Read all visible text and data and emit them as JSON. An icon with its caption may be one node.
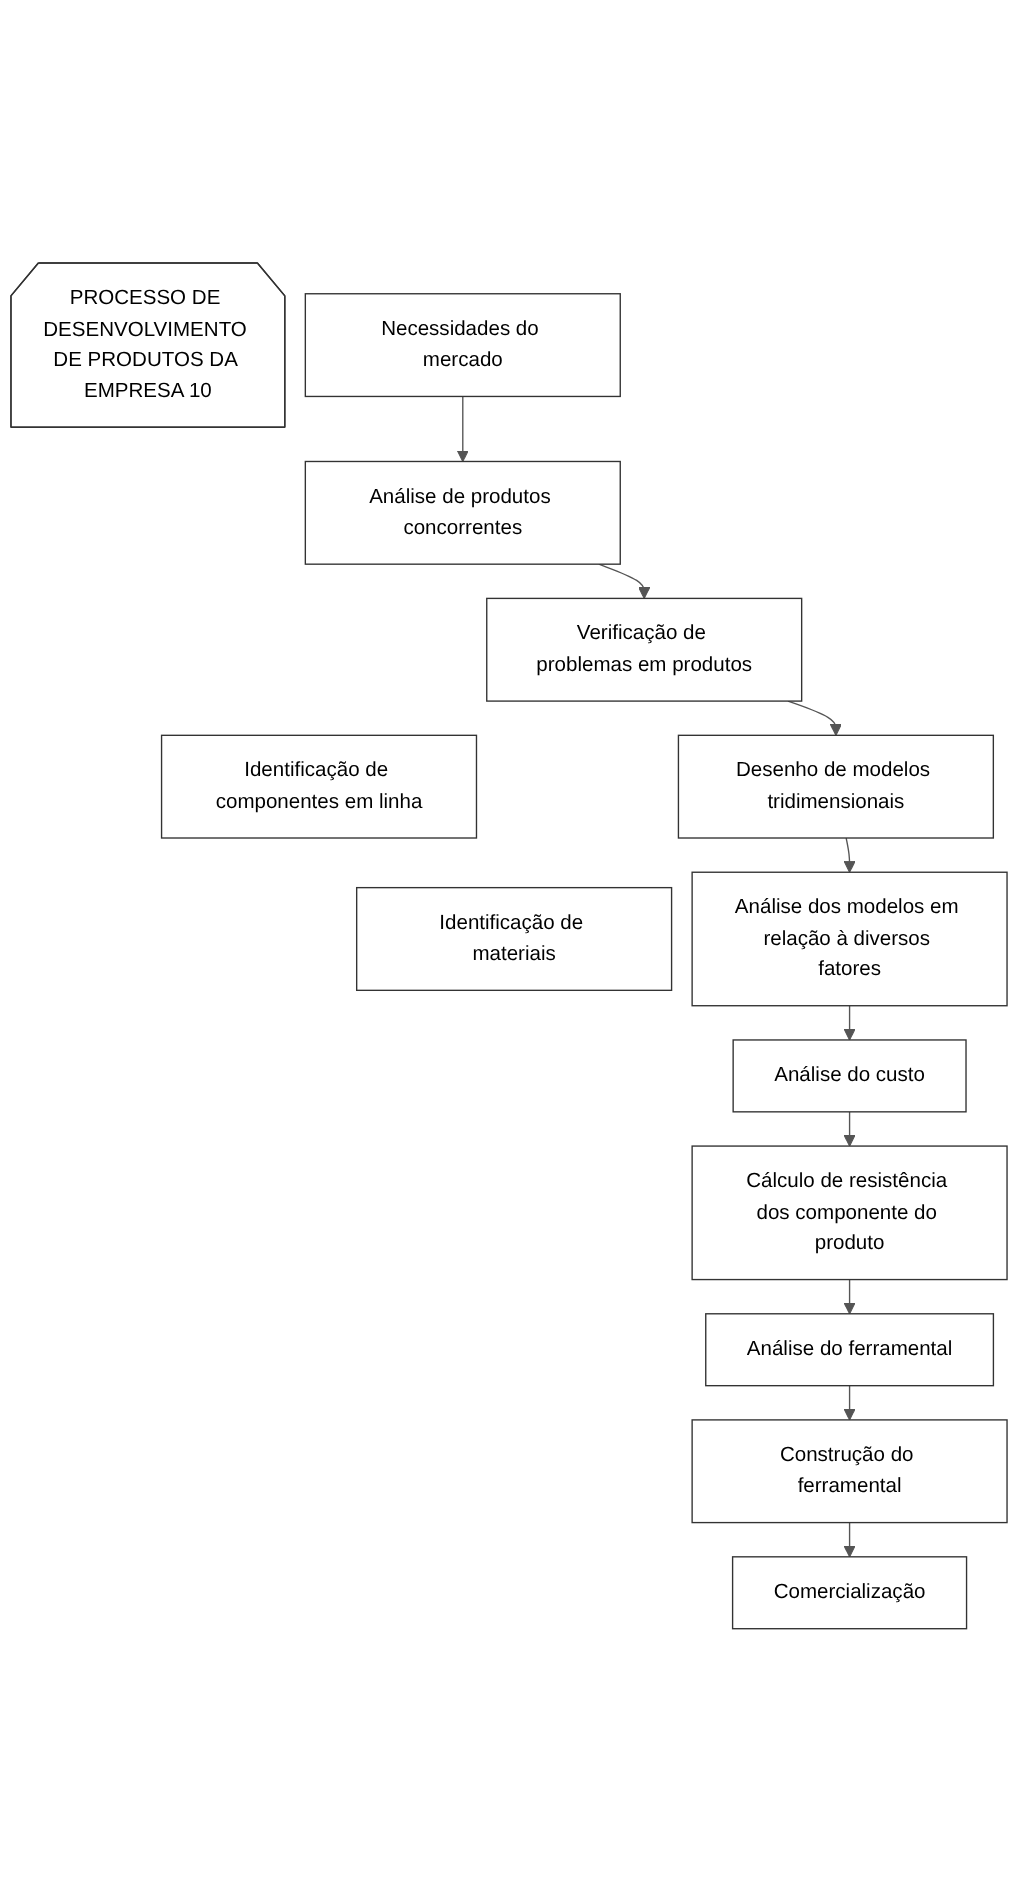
{
  "diagram": {
    "nodes": [
      {
        "text": [
          "PROCESSO DE DESENVOLVIMENTO DE PRODUTOS DA EMPRESA 10"
        ]
      },
      {
        "text": [
          "Necessidades do mercado"
        ]
      },
      {
        "text": [
          "Análise de produtos concorrentes"
        ]
      },
      {
        "text": [
          "Verificação de problemas em produtos"
        ]
      },
      {
        "text": [
          "Identificação de componentes em linha"
        ]
      },
      {
        "text": [
          "Desenho de modelos tridimensionais"
        ]
      },
      {
        "text": [
          "Identificação de materiais"
        ]
      },
      {
        "text": [
          "Análise dos modelos em relação à diversos fatores"
        ]
      },
      {
        "text": [
          "Análise do custo"
        ]
      },
      {
        "text": [
          "Cálculo de resistência dos componente do produto"
        ]
      },
      {
        "text": [
          "Análise do ferramental"
        ]
      },
      {
        "text": [
          "Construção do ferramental"
        ]
      },
      {
        "text": [
          "Comercialização"
        ]
      }
    ],
    "edges": [
      {
        "from": 1,
        "to": 2,
        "arrow": "to"
      },
      {
        "from": 2,
        "to": 3,
        "arrow": "to"
      },
      {
        "from": 3,
        "to": 5,
        "arrow": "to"
      },
      {
        "from": 5,
        "to": 7,
        "arrow": "to"
      },
      {
        "from": 7,
        "to": 8,
        "arrow": "to"
      },
      {
        "from": 8,
        "to": 9,
        "arrow": "to"
      },
      {
        "from": 9,
        "to": 10,
        "arrow": "to"
      },
      {
        "from": 10,
        "to": 11,
        "arrow": "to"
      },
      {
        "from": 11,
        "to": 12,
        "arrow": "to"
      }
    ]
  }
}
